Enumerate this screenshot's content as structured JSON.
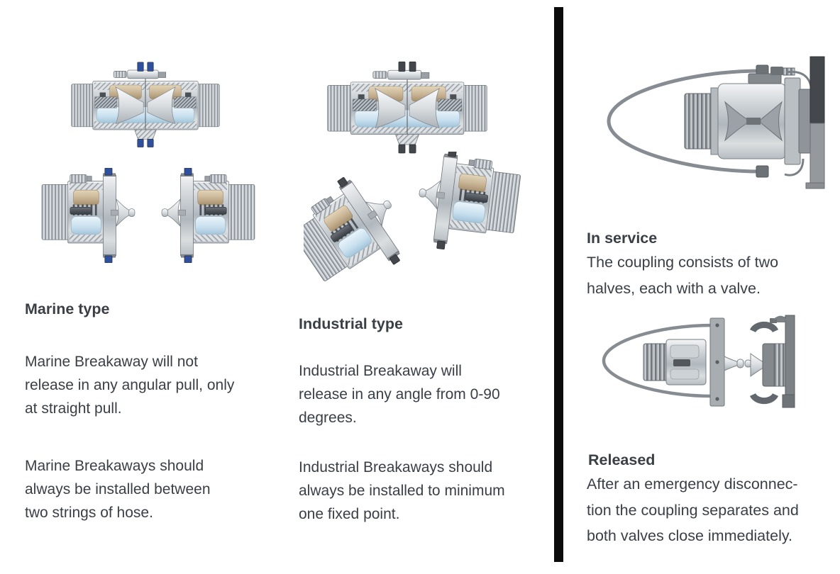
{
  "page": {
    "background": "#ffffff",
    "text_color": "#3a3f46",
    "divider_color": "#0b0b0b"
  },
  "columns": {
    "marine": {
      "heading": "Marine type",
      "paragraphs": [
        "Marine Breakaway will not\nrelease in any angular pull, only\nat straight pull.",
        "Marine Breakaways should\nalways be installed between\ntwo strings of hose."
      ],
      "accent_color": "#2e509e",
      "illustrations": [
        "marine-breakaway-connected-cross-section",
        "marine-breakaway-separated-halves-cross-section"
      ]
    },
    "industrial": {
      "heading": "Industrial type",
      "paragraphs": [
        "Industrial Breakaway will\nrelease in any angle from 0-90\ndegrees.",
        "Industrial Breakaways should\nalways be installed to minimum\none fixed point."
      ],
      "accent_color": "#43474c",
      "illustrations": [
        "industrial-breakaway-connected-cross-section",
        "industrial-breakaway-separated-angled-cross-section"
      ]
    },
    "service_states": {
      "in_service": {
        "heading": "In service",
        "body": "The coupling consists of two\nhalves, each with a valve."
      },
      "released": {
        "heading": "Released",
        "body": "After an emergency disconnec-\ntion the coupling separates and\nboth valves close immediately."
      },
      "illustrations": [
        "coupling-in-service-with-lanyard",
        "coupling-released-separated-with-lanyard"
      ]
    }
  }
}
